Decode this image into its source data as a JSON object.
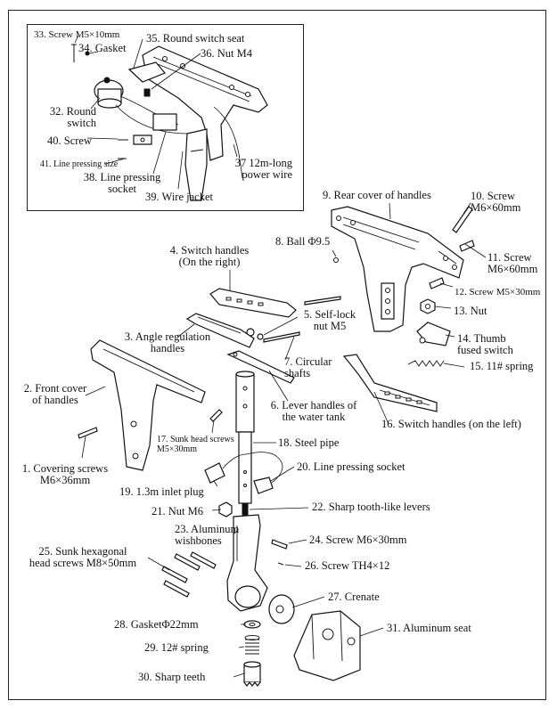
{
  "labels": {
    "p1": "1. Covering screws\nM6×36mm",
    "p2": "2. Front cover\nof handles",
    "p3": "3. Angle regulation\nhandles",
    "p4": "4. Switch handles\n(On the right)",
    "p5": "5. Self-lock\nnut M5",
    "p6": "6. Lever handles of\nthe water tank",
    "p7": "7. Circular\nshafts",
    "p8": "8. Ball Φ9.5",
    "p9": "9. Rear cover of handles",
    "p10": "10. Screw\nM6×60mm",
    "p11": "11. Screw\nM6×60mm",
    "p12": "12. Screw M5×30mm",
    "p13": "13. Nut",
    "p14": "14. Thumb\nfused switch",
    "p15": "15. 11# spring",
    "p16": "16. Switch handles (on the left)",
    "p17": "17. Sunk head screws\nM5×30mm",
    "p18": "18. Steel pipe",
    "p19": "19. 1.3m inlet plug",
    "p20": "20. Line pressing socket",
    "p21": "21. Nut M6",
    "p22": "22. Sharp tooth-like levers",
    "p23": "23. Aluminum\nwishbones",
    "p24": "24. Screw M6×30mm",
    "p25": "25. Sunk hexagonal\nhead screws M8×50mm",
    "p26": "26. Screw TH4×12",
    "p27": "27. Crenate",
    "p28": "28. GasketΦ22mm",
    "p29": "29. 12# spring",
    "p30": "30. Sharp teeth",
    "p31": "31. Aluminum seat",
    "p32": "32. Round\nswitch",
    "p33": "33. Screw M5×10mm",
    "p34": "34. Gasket",
    "p35": "35. Round switch seat",
    "p36": "36. Nut M4",
    "p37": "37 12m-long\npower wire",
    "p38": "38. Line pressing\nsocket",
    "p39": "39. Wire jacket",
    "p40": "40. Screw",
    "p41": "41. Line pressing  size"
  }
}
